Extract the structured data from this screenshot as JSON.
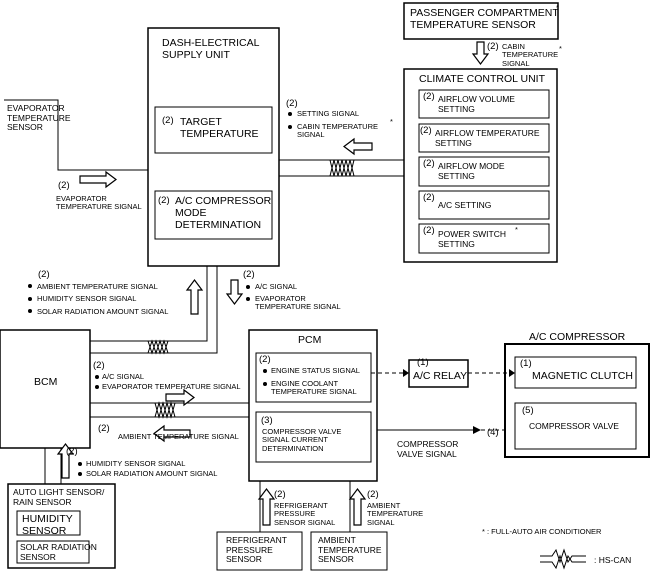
{
  "boxes": {
    "passenger_sensor": "PASSENGER COMPARTMENT\nTEMPERATURE SENSOR",
    "dash_unit": "DASH-ELECTRICAL\nSUPPLY UNIT",
    "target_temp": "TARGET\nTEMPERATURE",
    "ac_comp_mode": "A/C COMPRESSOR\nMODE\nDETERMINATION",
    "climate_unit": "CLIMATE CONTROL UNIT",
    "airflow_volume": "AIRFLOW VOLUME\nSETTING",
    "airflow_temp": "AIRFLOW TEMPERATURE\nSETTING",
    "airflow_mode": "AIRFLOW MODE\nSETTING",
    "ac_setting": "A/C SETTING",
    "power_switch": "POWER SWITCH\nSETTING",
    "evap_sensor": "EVAPORATOR\nTEMPERATURE\nSENSOR",
    "bcm": "BCM",
    "pcm": "PCM",
    "pcm_signals_1": "ENGINE STATUS SIGNAL",
    "pcm_signals_2": "ENGINE COOLANT\nTEMPERATURE SIGNAL",
    "comp_valve_det": "COMPRESSOR VALVE\nSIGNAL CURRENT\nDETERMINATION",
    "ac_relay": "A/C RELAY",
    "ac_compressor": "A/C COMPRESSOR",
    "magnetic_clutch": "MAGNETIC CLUTCH",
    "compressor_valve": "COMPRESSOR VALVE",
    "auto_light": "AUTO LIGHT SENSOR/\nRAIN SENSOR",
    "humidity": "HUMIDITY\nSENSOR",
    "solar": "SOLAR RADIATION\nSENSOR",
    "refrigerant": "REFRIGERANT\nPRESSURE\nSENSOR",
    "ambient": "AMBIENT\nTEMPERATURE\nSENSOR"
  },
  "nums": {
    "n2": "(2)",
    "n1": "(1)",
    "n3": "(3)",
    "n4": "(4)",
    "n5": "(5)",
    "star": "*"
  },
  "signals": {
    "cabin_temp": "CABIN\nTEMPERATURE\nSIGNAL",
    "setting": "SETTING SIGNAL",
    "cabin_temp2": "CABIN TEMPERATURE\nSIGNAL",
    "evap_temp": "EVAPORATOR\nTEMPERATURE SIGNAL",
    "ambient_sig": "AMBIENT TEMPERATURE SIGNAL",
    "humidity_sig": "HUMIDITY SENSOR SIGNAL",
    "solar_sig": "SOLAR RADIATION AMOUNT SIGNAL",
    "ac_sig": "A/C SIGNAL",
    "evap_sig2": "EVAPORATOR\nTEMPERATURE SIGNAL",
    "bcm_ac": "A/C SIGNAL",
    "bcm_evap": "EVAPORATOR TEMPERATURE SIGNAL",
    "bcm_ambient": "AMBIENT TEMPERATURE SIGNAL",
    "hum2": "HUMIDITY SENSOR SIGNAL",
    "solar2": "SOLAR RADIATION AMOUNT SIGNAL",
    "comp_valve_sig": "COMPRESSOR\nVALVE SIGNAL",
    "refr_sig": "REFRIGERANT\nPRESSURE\nSENSOR SIGNAL",
    "amb_sig": "AMBIENT\nTEMPERATURE\nSIGNAL"
  },
  "legend": {
    "full_auto": "* : FULL-AUTO AIR CONDITIONER",
    "hs_can": ": HS-CAN"
  }
}
